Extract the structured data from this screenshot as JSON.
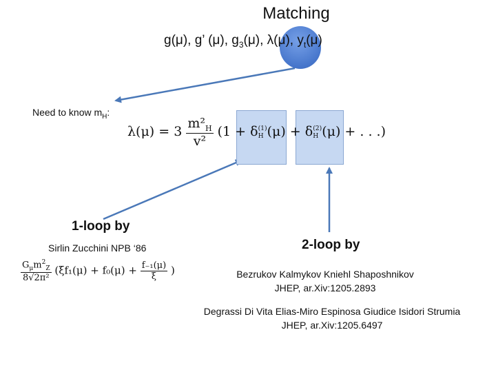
{
  "title": "Matching",
  "couplings": {
    "g": "g(μ), g’ (μ), g",
    "g3_sub": "3",
    "mid": "(μ), λ(μ), y",
    "yt_sub": "t",
    "end": "(μ)"
  },
  "need": {
    "text": "Need to know m",
    "sub": "H",
    "colon": ":"
  },
  "equation": {
    "lhs": "λ(μ) = 3",
    "num": "m²",
    "num_sub": "H",
    "den": "v²",
    "open": "(1 + ",
    "delta1": "δ",
    "delta1_sup": "(1)",
    "delta1_sub": "H",
    "arg1": "(μ) + ",
    "delta2": "δ",
    "delta2_sup": "(2)",
    "delta2_sub": "H",
    "arg2": "(μ) + . . .)"
  },
  "one_loop": {
    "label": "1-loop by",
    "authors": "Sirlin Zucchini NPB ‘86",
    "formula": {
      "num": "G",
      "num_sub": "μ",
      "num_tail": "m",
      "num_tail_sup": "2",
      "num_tail_sub": "Z",
      "den": "8√2π²",
      "body": "(ξf₁(μ) + f₀(μ) + ",
      "frac_num": "f₋₁(μ)",
      "frac_den": "ξ",
      "close": ")"
    }
  },
  "two_loop": {
    "label": "2-loop by",
    "ref1_line1": "Bezrukov Kalmykov Kniehl Shaposhnikov",
    "ref1_line2": "JHEP, ar.Xiv:1205.2893",
    "ref2_line1": "Degrassi Di Vita Elias-Miro Espinosa Giudice Isidori Strumia",
    "ref2_line2": "JHEP, ar.Xiv:1205.6497"
  },
  "colors": {
    "arrow": "#4a78b8",
    "box_fill": "#c6d8f2",
    "highlight": "#3d6fc9"
  }
}
